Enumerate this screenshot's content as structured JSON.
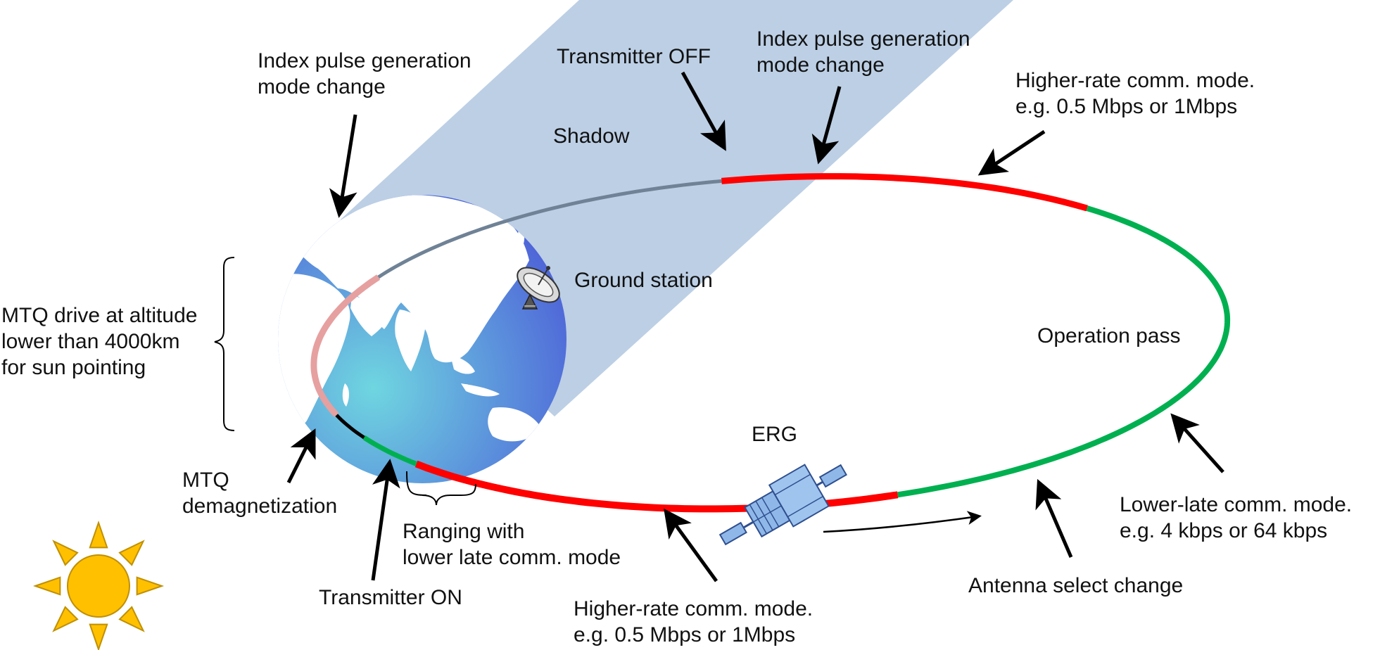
{
  "labels": {
    "index_pulse_left": [
      "Index pulse generation",
      "mode change"
    ],
    "transmitter_off": "Transmitter OFF",
    "index_pulse_top": [
      "Index pulse generation",
      "mode change"
    ],
    "higher_rate_top": [
      "Higher-rate comm. mode.",
      "e.g. 0.5 Mbps or 1Mbps"
    ],
    "shadow": "Shadow",
    "ground_station": "Ground station",
    "operation_pass": "Operation pass",
    "mtq_drive": [
      "MTQ drive at altitude",
      "lower than 4000km",
      "for sun pointing"
    ],
    "erg": "ERG",
    "mtq_demag": [
      "MTQ",
      "demagnetization"
    ],
    "ranging": [
      "Ranging with",
      "lower late comm. mode"
    ],
    "transmitter_on": "Transmitter ON",
    "higher_rate_bottom": [
      "Higher-rate comm. mode.",
      "e.g. 0.5 Mbps or 1Mbps"
    ],
    "antenna_select": "Antenna select change",
    "lower_late": [
      "Lower-late comm. mode.",
      "e.g. 4 kbps or 64 kbps"
    ]
  },
  "colors": {
    "shadow_beam": "#b8cce4",
    "orbit_shadow": "#6f8296",
    "orbit_higher_rate": "#ff0000",
    "orbit_lower_rate": "#00b050",
    "orbit_mtq": "#e6a0a0",
    "orbit_black": "#000000",
    "earth_light": "#6fd6e0",
    "earth_dark": "#4a55d6",
    "land": "#ffffff",
    "sun": "#ffc000",
    "sun_stroke": "#c09000",
    "satellite": "#8fb8e8",
    "satellite_stroke": "#2f4f8f"
  },
  "icons": {
    "sun": "sun-icon",
    "satellite": "erg-satellite-icon",
    "ground_station": "satellite-dish-icon",
    "earth": "earth-globe"
  }
}
